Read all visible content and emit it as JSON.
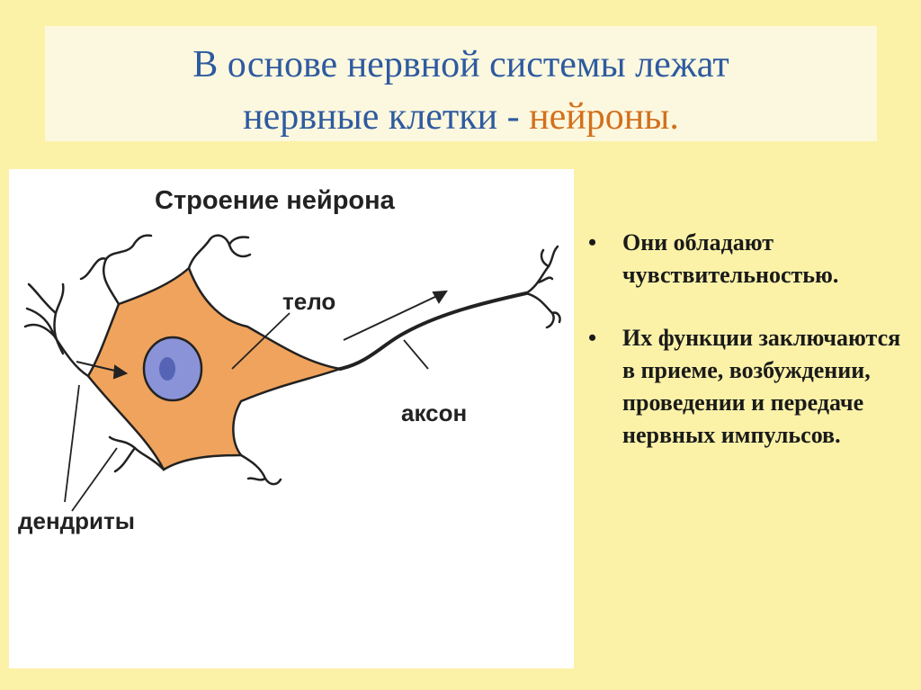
{
  "title": {
    "line1": "В основе нервной системы лежат",
    "line2_prefix": "нервные клетки - ",
    "line2_accent": "нейроны."
  },
  "diagram": {
    "heading": "Строение нейрона",
    "label_body": "тело",
    "label_axon": "аксон",
    "label_dendrites": "дендриты"
  },
  "bullets": [
    {
      "text": "Они обладают чувствительностью."
    },
    {
      "text": "Их функции заключаются  в приеме, возбуждении, проведении и передаче нервных импульсов."
    }
  ],
  "colors": {
    "background": "#fbf2a8",
    "title_box": "#fcf8df",
    "title_text": "#2e5aa0",
    "accent": "#d3701e",
    "cell_body": "#f0a35c",
    "nucleus": "#8a93d8"
  }
}
